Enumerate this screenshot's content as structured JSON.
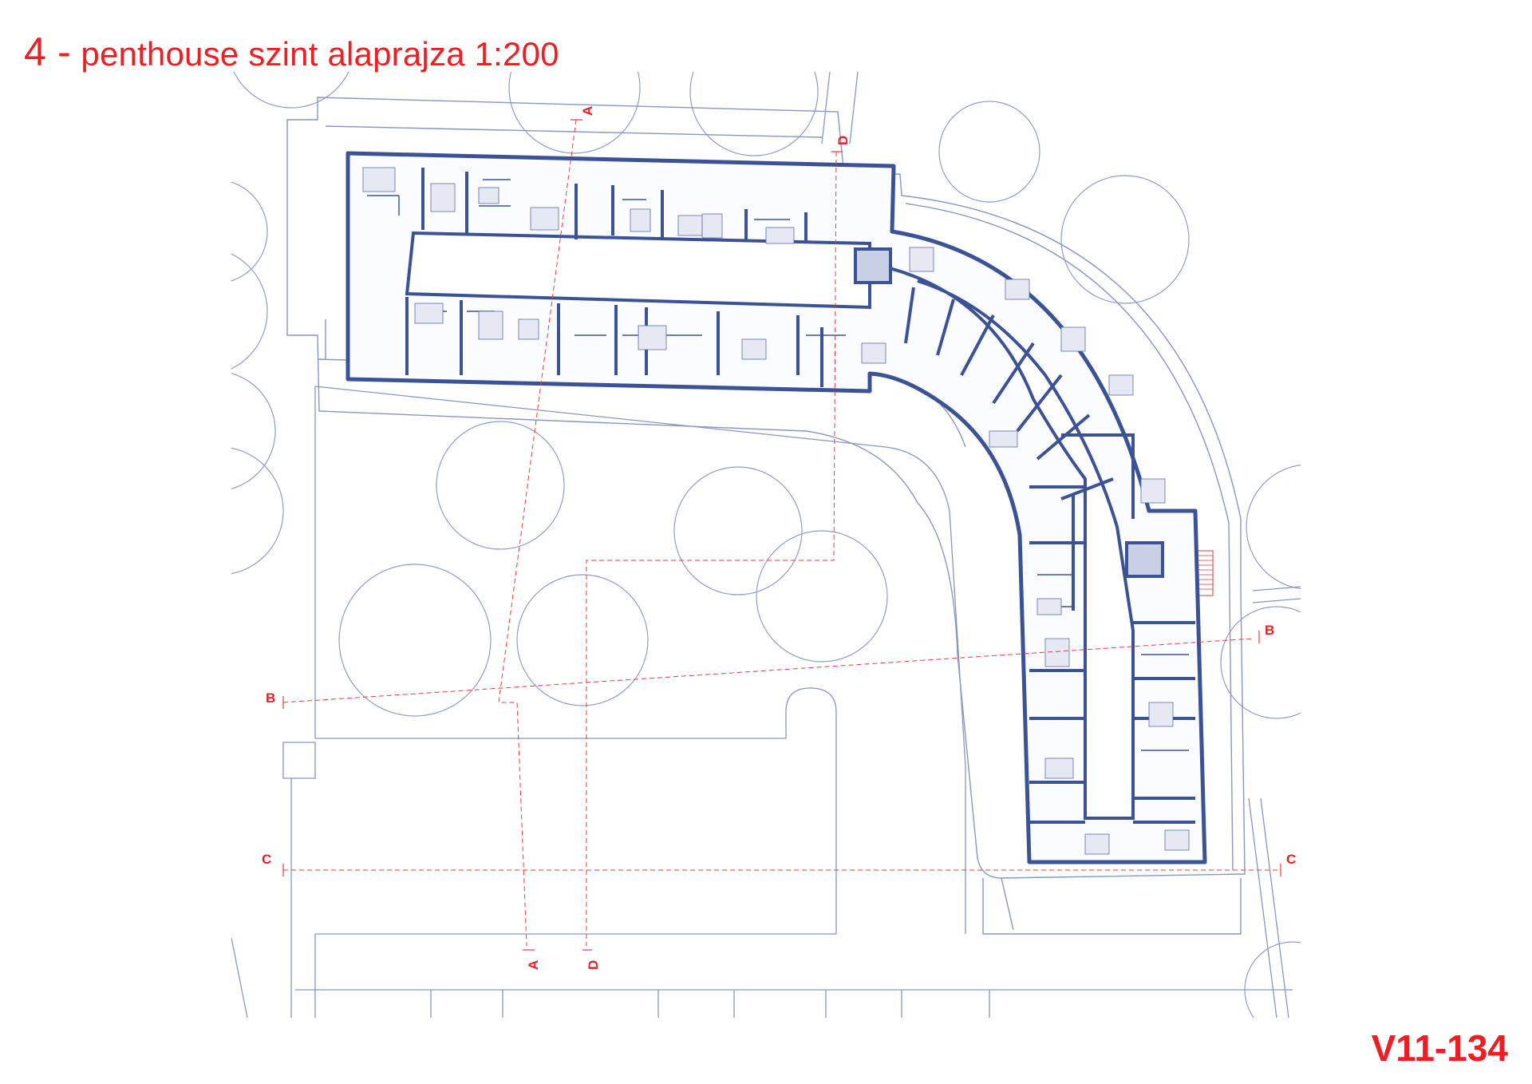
{
  "sheet": {
    "title_number": "4 -",
    "title_text": "penthouse szint alaprajza 1:200",
    "sheet_code": "V11-134"
  },
  "section_markers": {
    "a_top": "A",
    "a_bottom": "A",
    "b_left": "B",
    "b_right": "B",
    "c_left": "C",
    "c_right": "C",
    "d_top": "D",
    "d_bottom": "D"
  },
  "colors": {
    "title_red": "#f01e23",
    "section_line_red": "#f03a3a",
    "wall_blue": "#3b5396",
    "thin_line_blue": "#8796c2",
    "tree_outline": "#8f9dc6",
    "furniture_fill": "#e6e9f3",
    "stair_red": "#e2373b"
  }
}
